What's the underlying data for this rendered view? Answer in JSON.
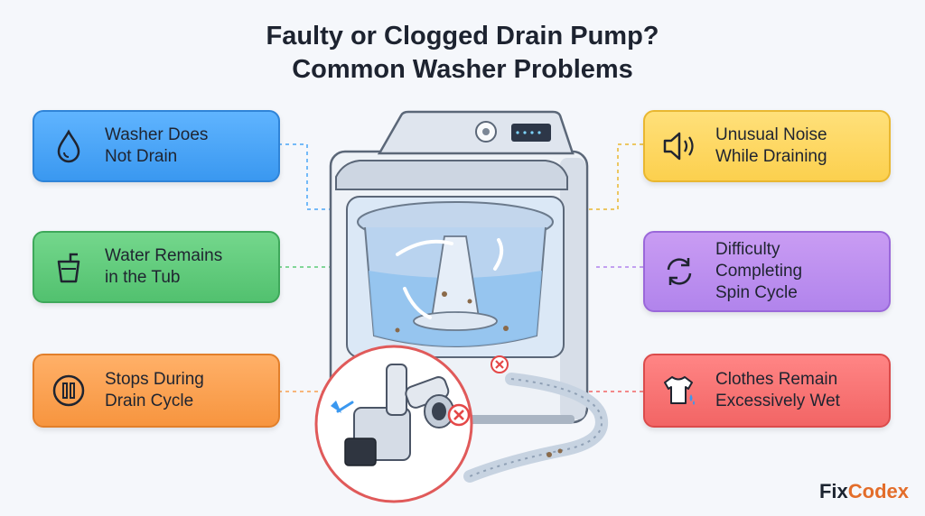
{
  "title": {
    "line1": "Faulty or Clogged Drain Pump?",
    "line2": "Common Washer Problems"
  },
  "left_cards": [
    {
      "line1": "Washer Does",
      "line2": "Not Drain",
      "icon": "water-drop-icon",
      "color": "#4aa6f7"
    },
    {
      "line1": "Water Remains",
      "line2": "in the Tub",
      "icon": "water-cup-icon",
      "color": "#5ccb78"
    },
    {
      "line1": "Stops During",
      "line2": "Drain Cycle",
      "icon": "pause-icon",
      "color": "#f9a04f"
    }
  ],
  "right_cards": [
    {
      "line1": "Unusual Noise",
      "line2": "While Draining",
      "icon": "speaker-icon",
      "color": "#fdd862"
    },
    {
      "line1": "Difficulty",
      "line2": "Completing",
      "line3": "Spin Cycle",
      "icon": "cycle-arrows-icon",
      "color": "#bc8fef"
    },
    {
      "line1": "Clothes Remain",
      "line2": "Excessively Wet",
      "icon": "wet-shirt-icon",
      "color": "#f77575"
    }
  ],
  "brand": {
    "part1": "Fix",
    "part2": "Codex"
  }
}
